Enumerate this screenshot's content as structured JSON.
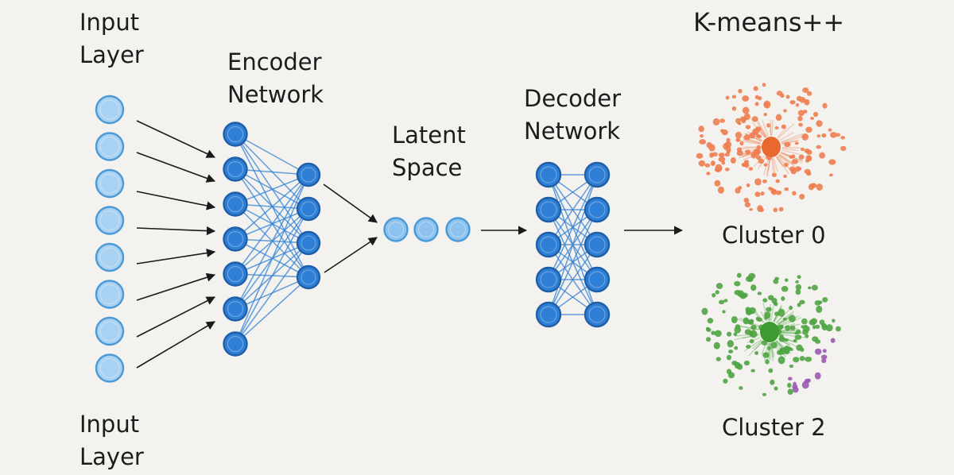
{
  "labels": {
    "input_top": [
      "Input",
      "Layer"
    ],
    "input_bottom": [
      "Input",
      "Layer"
    ],
    "encoder": [
      "Encoder",
      "Network"
    ],
    "latent": [
      "Latent",
      "Space"
    ],
    "decoder": [
      "Decoder",
      "Network"
    ],
    "kmeans": "K-means++",
    "cluster_a": "Cluster 0",
    "cluster_b": "Cluster 2"
  },
  "network": {
    "input_nodes": 8,
    "encoder_layer1_nodes": 7,
    "encoder_layer2_nodes": 4,
    "latent_nodes": 3,
    "decoder_layer1_nodes": 5,
    "decoder_layer2_nodes": 5
  },
  "clusters": [
    {
      "name": "Cluster 0",
      "color": "#ee7d4f",
      "center_color": "#e8682f"
    },
    {
      "name": "Cluster 2",
      "color": "#4fa444",
      "center_color": "#3f9a33",
      "outlier_color": "#9a5ab4"
    }
  ],
  "colors": {
    "background": "#f3f2ee",
    "node_light": "#a9d2f2",
    "node_light_stroke": "#4b9ad8",
    "node_dark": "#2f7fd6",
    "node_dark_stroke": "#1f5ea8",
    "edge": "#2f7fd6",
    "arrow": "#1a1a1a",
    "text": "#1c1c1c"
  }
}
